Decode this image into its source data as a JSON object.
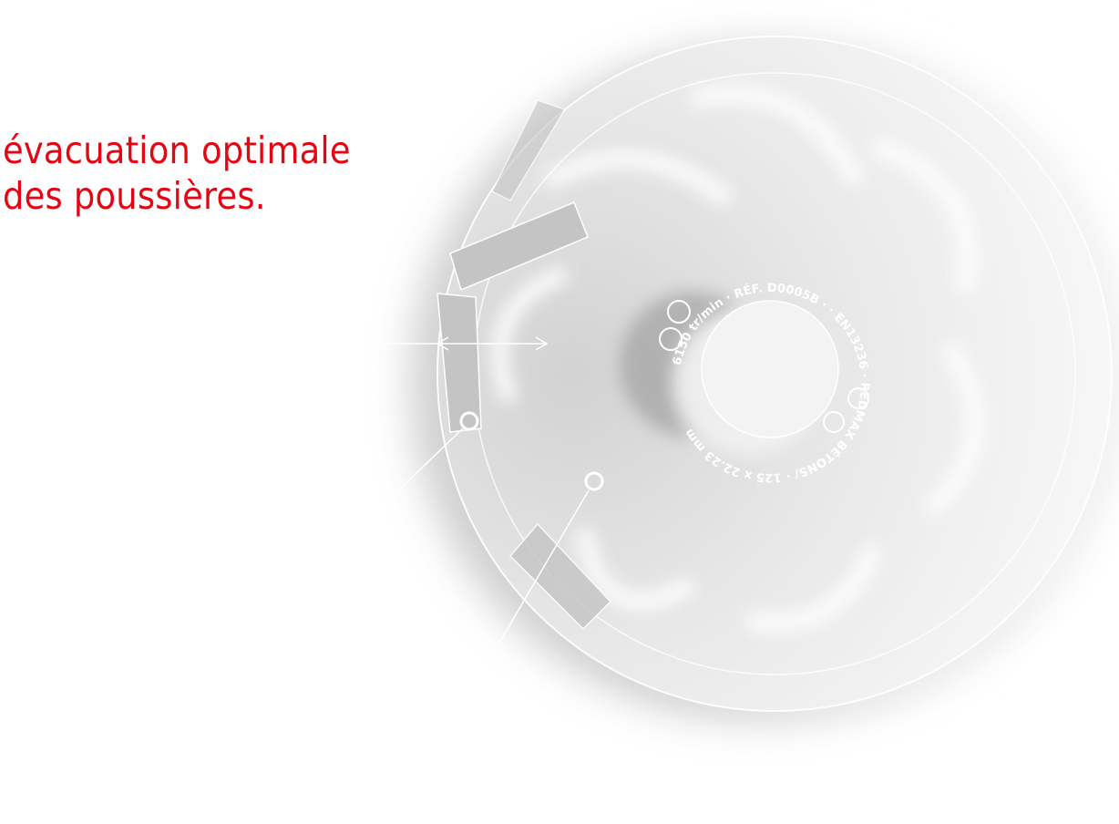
{
  "headline": {
    "line1": "évacuation optimale",
    "line2": "des poussières."
  },
  "disc": {
    "brand_text": "REDMAX BÉTONS/",
    "standard_text": "EN13236",
    "size_text": "125 x 22.23 mm",
    "ref_text": "RÉF. D0005B",
    "speed_text": "6150 tr/min"
  },
  "colors": {
    "accent": "#e30613",
    "disc_shadow": "#9a9a9a",
    "line": "#ffffff"
  }
}
